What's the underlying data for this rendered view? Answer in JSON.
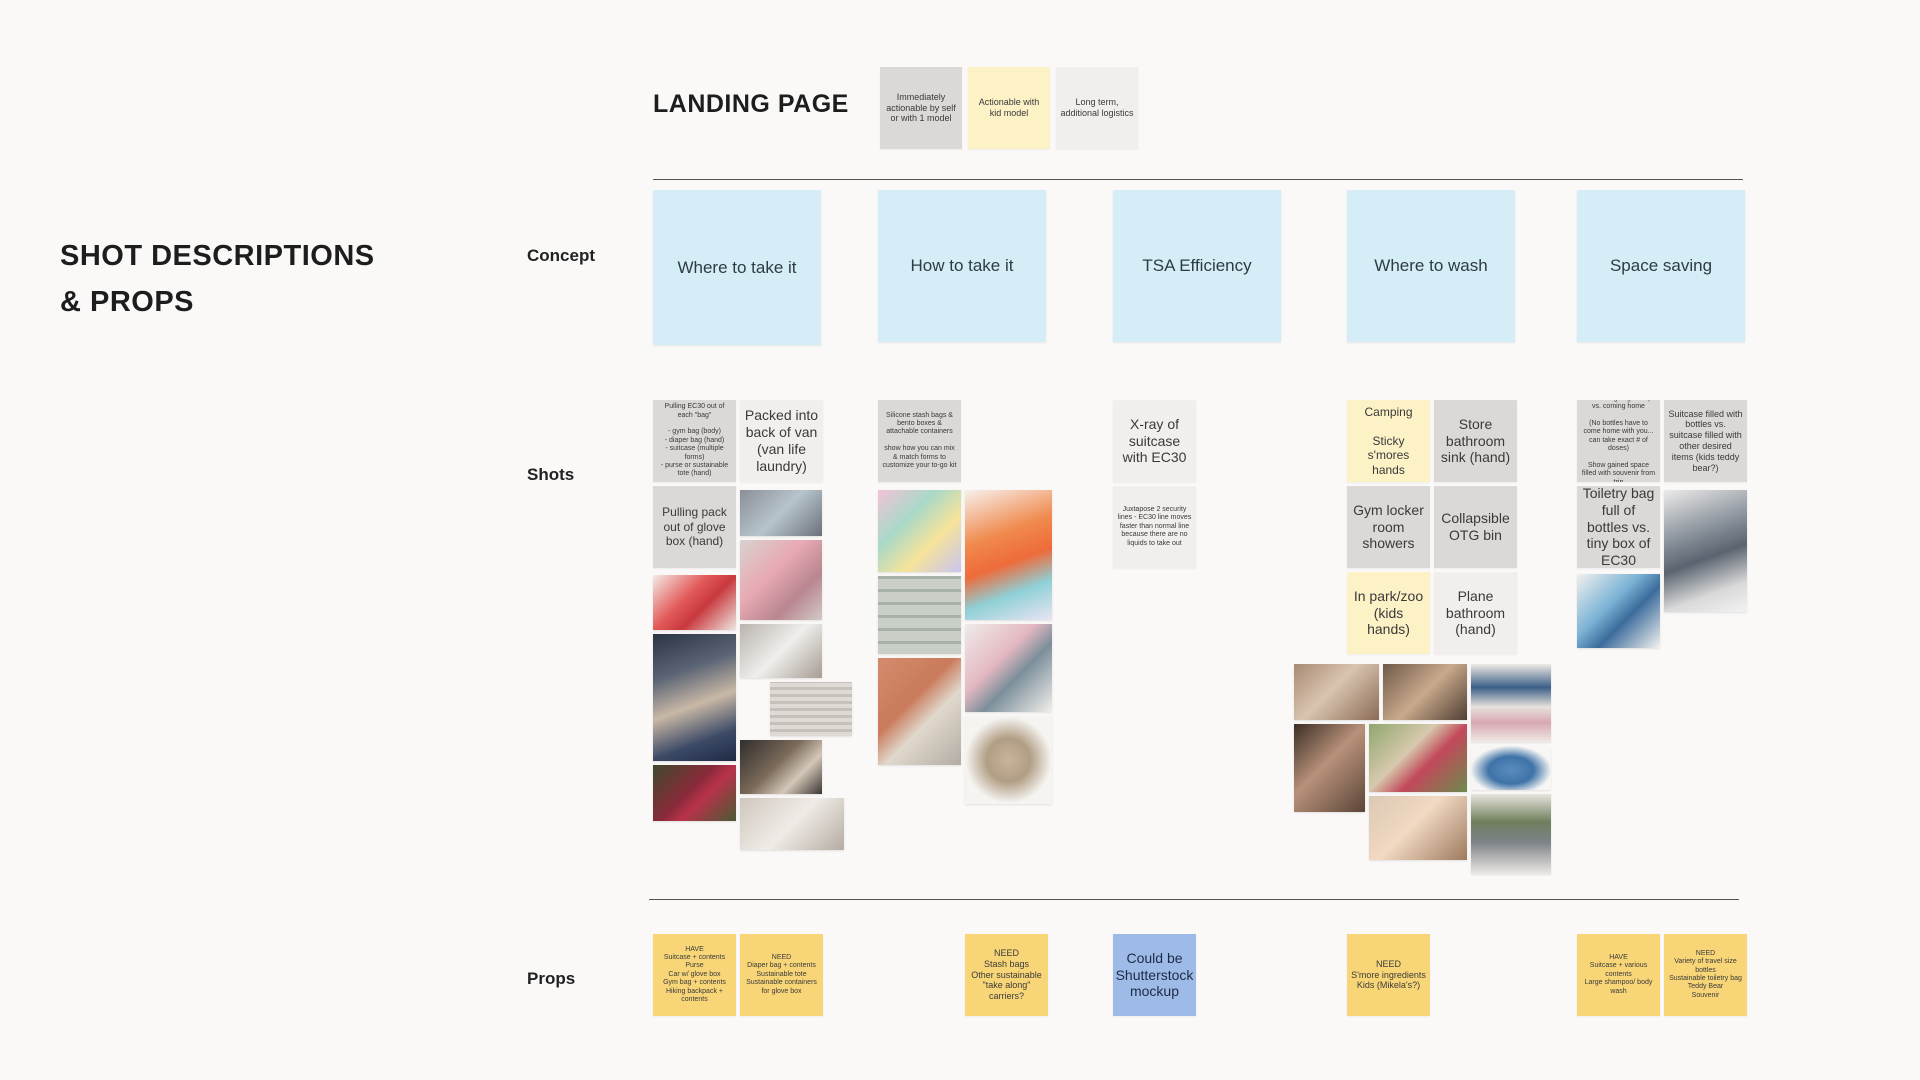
{
  "header": {
    "page_title": "LANDING PAGE",
    "section_title_line1": "SHOT DESCRIPTIONS",
    "section_title_line2": "& PROPS"
  },
  "legend": [
    {
      "label": "Immediately actionable by self or with 1 model",
      "color": "#dcd8d5"
    },
    {
      "label": "Actionable with kid model",
      "color": "#fdf1c6"
    },
    {
      "label": "Long term, additional logistics",
      "color": "#f1eeeb"
    }
  ],
  "rows": {
    "concept": "Concept",
    "shots": "Shots",
    "props": "Props"
  },
  "concepts": [
    "Where to take it",
    "How to take it",
    "TSA Efficiency",
    "Where to wash",
    "Space saving"
  ],
  "shots": {
    "c1_small_note": "Pulling EC30 out of each \"bag\"\n\n- gym bag (body)\n- diaper bag (hand)\n- suitcase (multiple forms)\n- purse or sustainable tote (hand)",
    "c1_packed": "Packed into back of van (van life laundry)",
    "c1_glove": "Pulling pack out of glove box (hand)",
    "c2_note": "Silicone stash bags & bento boxes & attachable containers\n\nshow how you can mix & match forms to customize your to-go kit",
    "c3_xray": "X-ray of suitcase with EC30",
    "c3_note": "Juxtapose 2 security lines - EC30 line moves faster than normal line because there are no liquids to take out",
    "c4_camping": "Camping\n\nSticky s'mores hands",
    "c4_store": "Store bathroom sink (hand)",
    "c4_gym": "Gym locker room showers",
    "c4_collapsible": "Collapsible OTG bin",
    "c4_park": "In park/zoo (kids hands)",
    "c4_plane": "Plane bathroom (hand)",
    "c5_note1": "Suitcase going on trip vs. coming home\n\n(No bottles have to come home with you... can take exact # of doses)\n\nShow gained space filled with souvenir from trip",
    "c5_note2": "Suitcase filled with bottles vs. suitcase filled with other desired items (kids teddy bear?)",
    "c5_toiletry": "Toiletry bag full of bottles vs. tiny box of EC30"
  },
  "props": {
    "p1_have": "HAVE\nSuitcase + contents\nPurse\nCar w/ glove box\nGym bag + contents\nHiking backpack + contents",
    "p1_need": "NEED\nDiaper bag + contents\nSustainable tote\nSustainable containers for glove box",
    "p2_need": "NEED\nStash bags\nOther sustainable \"take along\" carriers?",
    "p3": "Could be Shutterstock mockup",
    "p4_need": "NEED\nS'more ingredients\nKids (Mikela's?)",
    "p5_have": "HAVE\nSuitcase + various contents\nLarge shampoo/ body wash",
    "p5_need": "NEED\nVariety of travel size bottles\nSustainable toiletry bag\nTeddy Bear\nSouvenir"
  },
  "colors": {
    "concept_card": "#d5edf6",
    "prop_note": "#f8d678",
    "prop_blue": "#9ebbe8"
  }
}
